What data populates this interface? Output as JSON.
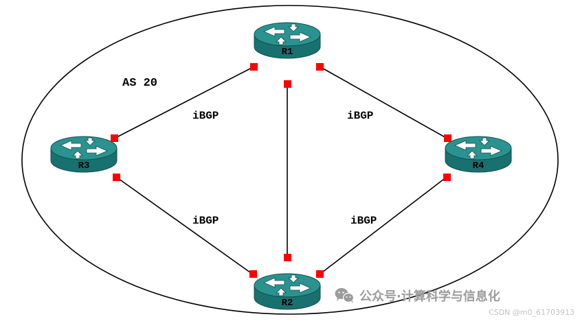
{
  "diagram": {
    "as_label": "AS 20",
    "routers": [
      {
        "id": "r1",
        "label": "R1"
      },
      {
        "id": "r3",
        "label": "R3"
      },
      {
        "id": "r4",
        "label": "R4"
      },
      {
        "id": "r2",
        "label": "R2"
      }
    ],
    "link_labels": {
      "r1_r3": "iBGP",
      "r1_r4": "iBGP",
      "r3_r2": "iBGP",
      "r4_r2": "iBGP"
    },
    "colors": {
      "router_top": "#2a9390",
      "router_body": "#19716f",
      "interface_marker": "#ff0000",
      "line": "#000000",
      "boundary": "#000000"
    }
  },
  "watermark": {
    "wechat_text": "公众号·计算科学与信息化",
    "csdn_text": "CSDN @m0_61703913"
  }
}
